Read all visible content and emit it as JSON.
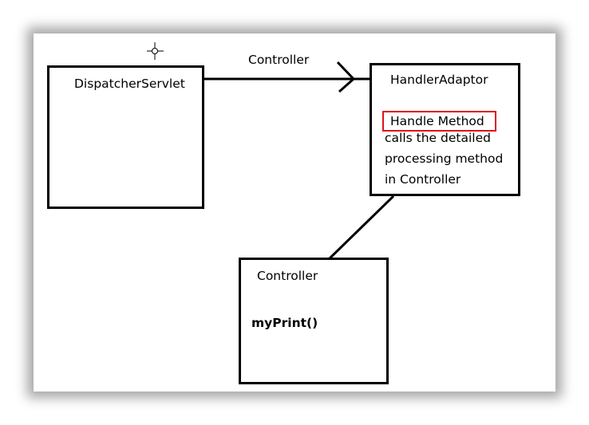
{
  "diagram": {
    "dispatcher_box": {
      "title": "DispatcherServlet"
    },
    "arrow_label": "Controller",
    "adaptor_box": {
      "title": "HandlerAdaptor",
      "highlight": "Handle Method",
      "description_lines": [
        "calls the detailed",
        "processing method",
        "in Controller"
      ]
    },
    "controller_box": {
      "title": "Controller",
      "method": "myPrint()"
    },
    "colors": {
      "highlight_border": "#e0121b",
      "stroke": "#000000"
    }
  }
}
